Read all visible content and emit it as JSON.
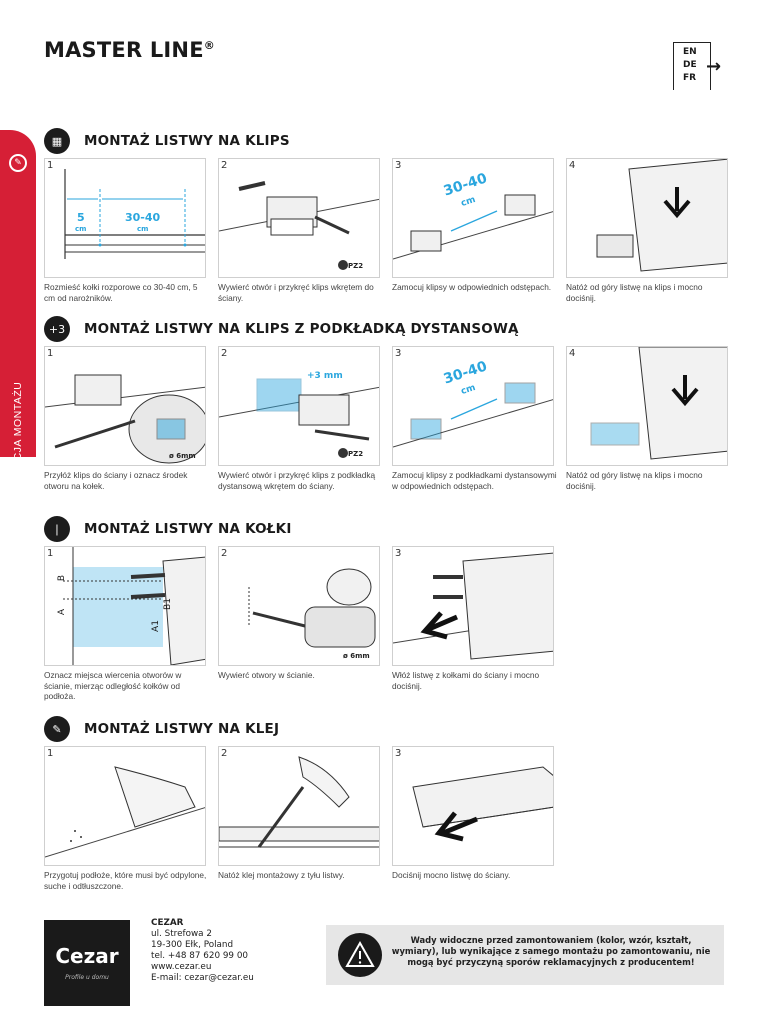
{
  "header": {
    "title": "MASTER LINE",
    "trademark": "®",
    "languages": [
      "EN",
      "DE",
      "FR"
    ]
  },
  "side_tab": {
    "label": "INSTRUKCJA MONTAŻU"
  },
  "sections": [
    {
      "title": "MONTAŻ LISTWY NA KLIPS",
      "steps": [
        {
          "num": "1",
          "caption": "Rozmieść kołki rozporowe co 30-40 cm, 5 cm od narożników.",
          "labels": [
            "5",
            "cm",
            "30-40",
            "cm"
          ]
        },
        {
          "num": "2",
          "caption": "Wywierć otwór i przykręć klips wkrętem do ściany.",
          "tool": "PZ2"
        },
        {
          "num": "3",
          "caption": "Zamocuj klipsy w odpowiednich odstępach.",
          "labels": [
            "30-40",
            "cm"
          ]
        },
        {
          "num": "4",
          "caption": "Natóż od góry listwę na klips i mocno dociśnij."
        }
      ]
    },
    {
      "title": "MONTAŻ LISTWY NA KLIPS Z PODKŁADKĄ DYSTANSOWĄ",
      "steps": [
        {
          "num": "1",
          "caption": "Przyłóż klips do ściany i oznacz środek otworu na kołek.",
          "tool": "ø 6mm"
        },
        {
          "num": "2",
          "caption": "Wywierć otwór i przykręć klips z podkładką dystansową wkrętem do ściany.",
          "tool": "PZ2",
          "labels": [
            "+3 mm"
          ]
        },
        {
          "num": "3",
          "caption": "Zamocuj klipsy z podkładkami dystansowymi w odpowiednich odstępach.",
          "labels": [
            "30-40",
            "cm"
          ]
        },
        {
          "num": "4",
          "caption": "Natóż od góry listwę na klips i mocno dociśnij."
        }
      ]
    },
    {
      "title": "MONTAŻ LISTWY NA KOŁKI",
      "steps": [
        {
          "num": "1",
          "caption": "Oznacz miejsca wiercenia otworów w ścianie, mierząc odległość kołków od podłoża.",
          "labels": [
            "A",
            "B",
            "A1",
            "B1"
          ]
        },
        {
          "num": "2",
          "caption": "Wywierć otwory w ścianie.",
          "tool": "ø 6mm"
        },
        {
          "num": "3",
          "caption": "Włóż listwę z kołkami do ściany i mocno dociśnij."
        }
      ]
    },
    {
      "title": "MONTAŻ LISTWY NA KLEJ",
      "steps": [
        {
          "num": "1",
          "caption": "Przygotuj podłoże, które musi być odpylone, suche i odtłuszczone."
        },
        {
          "num": "2",
          "caption": "Natóż klej montażowy z tyłu listwy."
        },
        {
          "num": "3",
          "caption": "Dociśnij mocno listwę do ściany."
        }
      ]
    }
  ],
  "footer": {
    "logo": "Cezar",
    "logo_tagline": "Profile u domu",
    "company": "CEZAR",
    "address": [
      "ul. Strefowa 2",
      "19-300 Ełk, Poland",
      "tel. +48 87 620 99 00",
      "www.cezar.eu",
      "E-mail: cezar@cezar.eu"
    ],
    "warning": "Wady widoczne przed zamontowaniem (kolor, wzór, kształt, wymiary), lub wynikające z samego montażu po zamontowaniu, nie mogą być przyczyną sporów reklamacyjnych z producentem!"
  },
  "colors": {
    "accent": "#d61f36",
    "blue": "#2aa6de",
    "dark": "#1a1a1a"
  }
}
